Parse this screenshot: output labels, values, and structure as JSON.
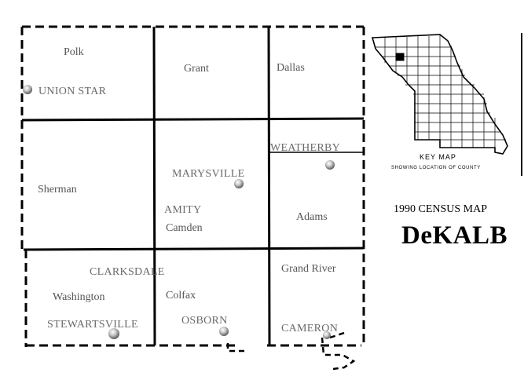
{
  "map": {
    "townships": {
      "polk": "Polk",
      "grant": "Grant",
      "dallas": "Dallas",
      "sherman": "Sherman",
      "adams": "Adams",
      "camden": "Camden",
      "washington": "Washington",
      "colfax": "Colfax",
      "grand_river": "Grand River"
    },
    "towns": {
      "union_star": "UNION STAR",
      "weatherby": "WEATHERBY",
      "marysville": "MARYSVILLE",
      "amity": "AMITY",
      "clarksdale": "CLARKSDALE",
      "stewartsville": "STEWARTSVILLE",
      "osborn": "OSBORN",
      "cameron": "CAMERON"
    }
  },
  "key_map": {
    "title": "KEY MAP",
    "subtitle": "SHOWING LOCATION OF COUNTY"
  },
  "legend": {
    "census": "1990 CENSUS MAP",
    "county": "DeKALB"
  }
}
